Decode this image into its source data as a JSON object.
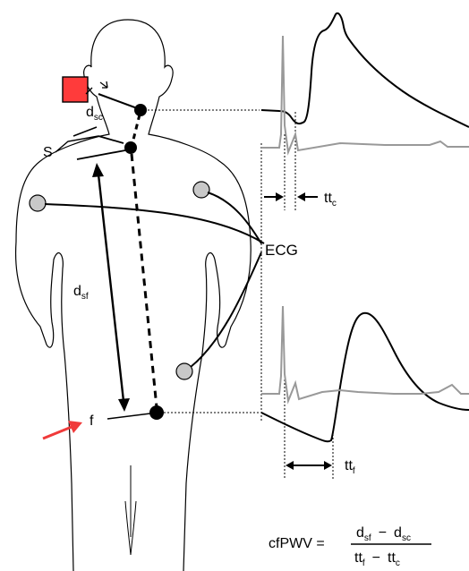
{
  "labels": {
    "d": "d",
    "sc": "sc",
    "sf": "sf",
    "S": "S",
    "f": "f",
    "tt": "tt",
    "c": "c",
    "fsub": "f",
    "ecg": "ECG"
  },
  "formula": {
    "lhs": "cfPWV =",
    "num_d1": "d",
    "num_sub1": "sf",
    "num_minus": "−",
    "num_d2": "d",
    "num_sub2": "sc",
    "den_t1": "tt",
    "den_sub1": "f",
    "den_minus": "−",
    "den_t2": "tt",
    "den_sub2": "c"
  },
  "colors": {
    "marker_red": "#ff3b3b",
    "arrow_red": "#f03a3a",
    "waveform_black": "#000000",
    "ecg_gray": "#999999",
    "electrode_gray": "#c8c8c8"
  }
}
